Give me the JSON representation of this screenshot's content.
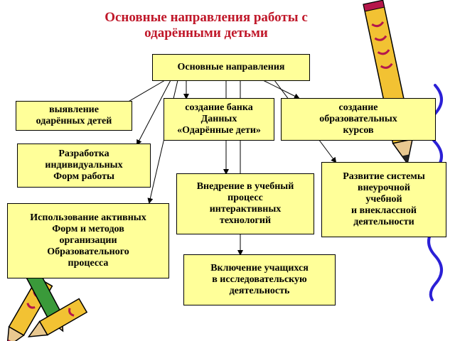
{
  "title": {
    "line1": "Основные направления  работы с",
    "line2": "одарёнными  детьми"
  },
  "diagram": {
    "root": "Основные направления",
    "identification": {
      "line1": "выявление",
      "line2": "одарённых детей"
    },
    "data_bank": {
      "line1": "создание банка",
      "line2": "Данных",
      "line3": "«Одарённые дети»"
    },
    "courses": {
      "line1": "создание",
      "line2": "образовательных",
      "line3": "курсов"
    },
    "individual_forms": {
      "line1": "Разработка",
      "line2": "индивидуальных",
      "line3": "Форм работы"
    },
    "extracurricular": {
      "line1": "Развитие системы",
      "line2": "внеурочной",
      "line3": "учебной",
      "line4": "и внеклассной",
      "line5": "деятельности"
    },
    "interactive_tech": {
      "line1": "Внедрение в учебный",
      "line2": "процесс",
      "line3": "интерактивных",
      "line4": "технологий"
    },
    "active_forms": {
      "line1": "Использование активных",
      "line2": "Форм и методов",
      "line3": "организации",
      "line4": "Образовательного",
      "line5": "процесса"
    },
    "research": {
      "line1": "Включение учащихся",
      "line2": "в исследовательскую",
      "line3": "деятельность"
    }
  },
  "colors": {
    "title": "#c0182a",
    "box_fill": "#ffff99",
    "box_border": "#000000",
    "pencil_body": "#f2c233",
    "pencil_stripe": "#b5174b",
    "pencil_tip": "#2f7a2f",
    "squiggle": "#2b20d6"
  }
}
